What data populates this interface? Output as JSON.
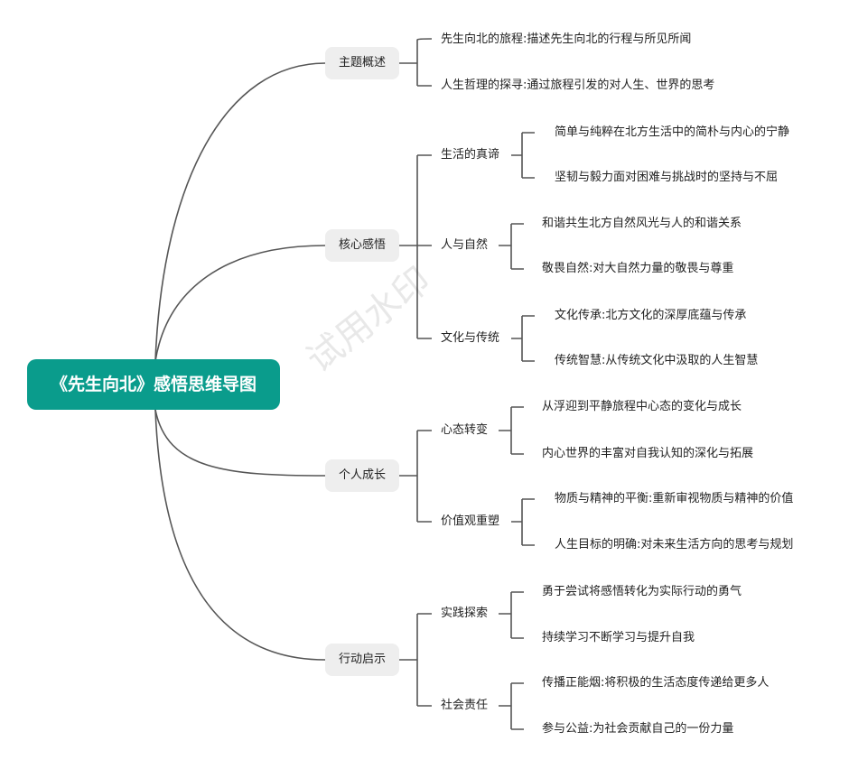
{
  "root": {
    "title": "《先生向北》感悟思维导图",
    "color": "#0a9c8c"
  },
  "watermark": "试用水印",
  "branches": [
    {
      "label": "主题概述",
      "children": [
        {
          "label": "先生向北的旅程:描述先生向北的行程与所见所闻"
        },
        {
          "label": "人生哲理的探寻:通过旅程引发的对人生、世界的思考"
        }
      ]
    },
    {
      "label": "核心感悟",
      "children": [
        {
          "label": "生活的真谛",
          "children": [
            "简单与纯粹在北方生活中的简朴与内心的宁静",
            "坚韧与毅力面对困难与挑战时的坚持与不屈"
          ]
        },
        {
          "label": "人与自然",
          "children": [
            "和谐共生北方自然风光与人的和谐关系",
            "敬畏自然:对大自然力量的敬畏与尊重"
          ]
        },
        {
          "label": "文化与传统",
          "children": [
            "文化传承:北方文化的深厚底蕴与传承",
            "传统智慧:从传统文化中汲取的人生智慧"
          ]
        }
      ]
    },
    {
      "label": "个人成长",
      "children": [
        {
          "label": "心态转变",
          "children": [
            "从浮迎到平静旅程中心态的变化与成长",
            "内心世界的丰富对自我认知的深化与拓展"
          ]
        },
        {
          "label": "价值观重塑",
          "children": [
            "物质与精神的平衡:重新审视物质与精神的价值",
            "人生目标的明确:对未来生活方向的思考与规划"
          ]
        }
      ]
    },
    {
      "label": "行动启示",
      "children": [
        {
          "label": "实践探索",
          "children": [
            "勇于尝试将感悟转化为实际行动的勇气",
            "持续学习不断学习与提升自我"
          ]
        },
        {
          "label": "社会责任",
          "children": [
            "传播正能烟:将积极的生活态度传递给更多人",
            "参与公益:为社会贡献自己的一份力量"
          ]
        }
      ]
    }
  ]
}
